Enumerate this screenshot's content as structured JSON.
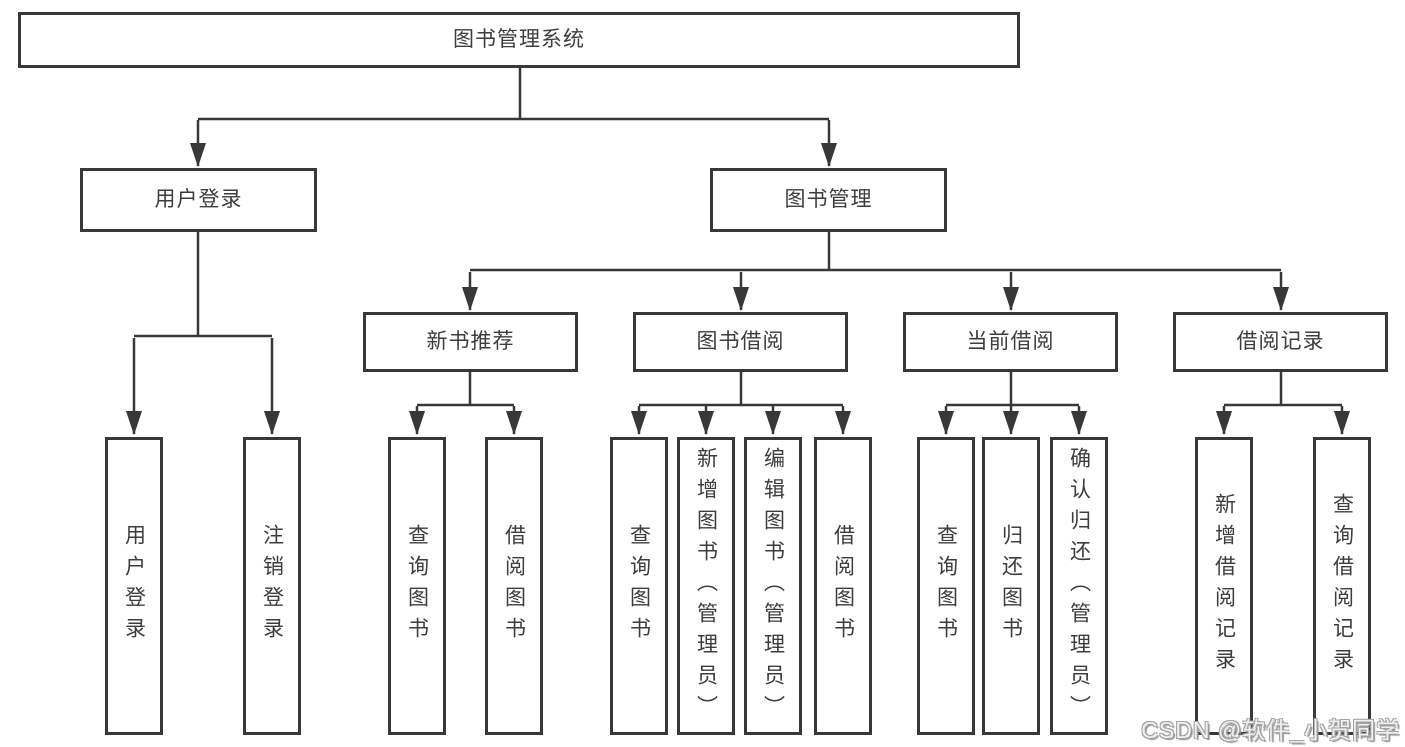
{
  "root": {
    "label": "图书管理系统"
  },
  "branches": [
    {
      "label": "用户登录",
      "children": [
        {
          "label": "用户登录"
        },
        {
          "label": "注销登录"
        }
      ]
    },
    {
      "label": "图书管理",
      "children": [
        {
          "label": "新书推荐",
          "children": [
            {
              "label": "查询图书"
            },
            {
              "label": "借阅图书"
            }
          ]
        },
        {
          "label": "图书借阅",
          "children": [
            {
              "label": "查询图书"
            },
            {
              "label": "新增图书（管理员）"
            },
            {
              "label": "编辑图书（管理员）"
            },
            {
              "label": "借阅图书"
            }
          ]
        },
        {
          "label": "当前借阅",
          "children": [
            {
              "label": "查询图书"
            },
            {
              "label": "归还图书"
            },
            {
              "label": "确认归还（管理员）"
            }
          ]
        },
        {
          "label": "借阅记录",
          "children": [
            {
              "label": "新增借阅记录"
            },
            {
              "label": "查询借阅记录"
            }
          ]
        }
      ]
    }
  ],
  "watermark": {
    "text": "CSDN @软件_小贺同学"
  },
  "colors": {
    "background": "#ffffff",
    "line": "#383838",
    "box_border": "#383838",
    "text": "#3d3d3d",
    "watermark_fill": "#f0f0f0",
    "watermark_outline": "#a3a3a3"
  }
}
